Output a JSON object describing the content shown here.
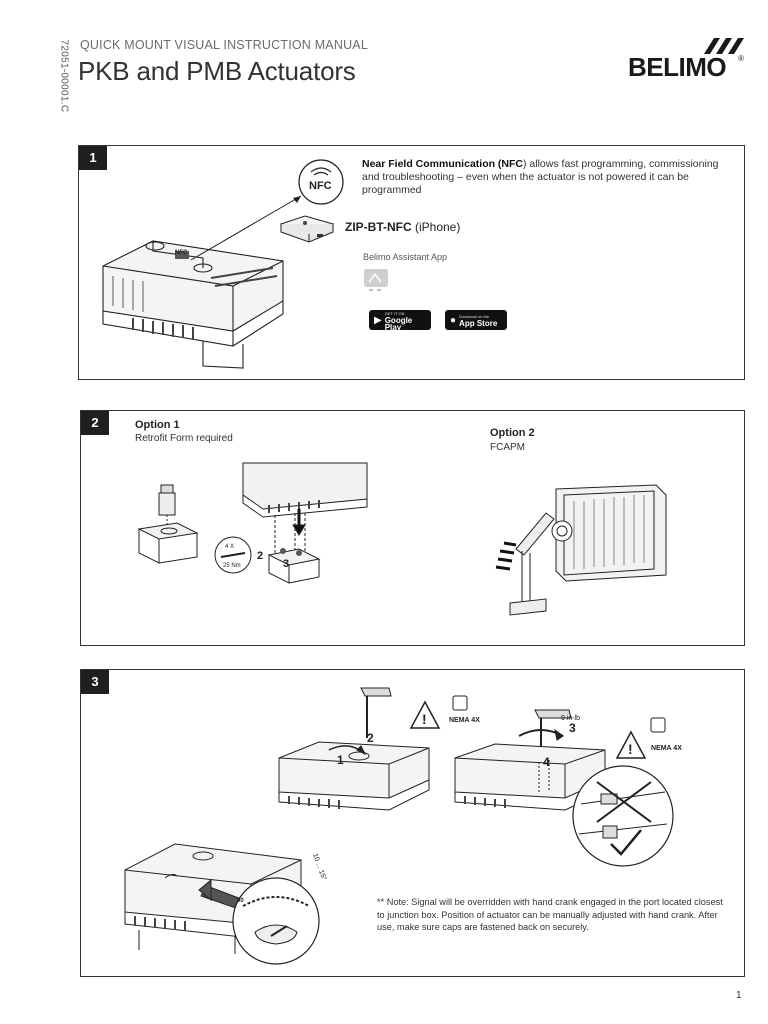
{
  "header": {
    "doc_code": "72051-00001.C",
    "subtitle": "QUICK MOUNT VISUAL INSTRUCTION MANUAL",
    "title": "PKB and PMB Actuators",
    "logo": "BELIMO",
    "logo_mark": "®"
  },
  "step1": {
    "number": "1",
    "nfc_icon_label": "NFC",
    "nfc_bold": "Near Field Communication (NFC",
    "nfc_text": ") allows fast programming, commissioning and troubleshooting – even when the actuator is not powered it can be programmed",
    "zip_bold": "ZIP-BT-NFC",
    "zip_text": " (iPhone)",
    "app_label": "Belimo Assistant App",
    "google_play": {
      "small": "GET IT ON",
      "big": "Google Play"
    },
    "app_store": {
      "small": "Download on the",
      "big": "App Store"
    }
  },
  "step2": {
    "number": "2",
    "option1_title": "Option 1",
    "option1_sub": "Retrofit Form required",
    "option2_title": "Option 2",
    "option2_sub": "FCAPM",
    "torque_qty": "4 X",
    "torque_value": "25 Nm",
    "callout_2": "2",
    "callout_3": "3"
  },
  "step3": {
    "number": "3",
    "callout_1": "1",
    "callout_2": "2",
    "callout_3": "3",
    "callout_4": "4",
    "nema_label_1": "NEMA 4X",
    "nema_label_2": "NEMA 4X",
    "torque": "9 in-lb",
    "angle": "10 ... 15°",
    "dial_label": "90",
    "note": "** Note: Signal will be overridden with hand crank engaged in the port located closest to junction box. Position of actuator can be manually adjusted with hand crank. After use, make sure caps are fastened back on securely."
  },
  "footer": {
    "page_number": "1"
  }
}
